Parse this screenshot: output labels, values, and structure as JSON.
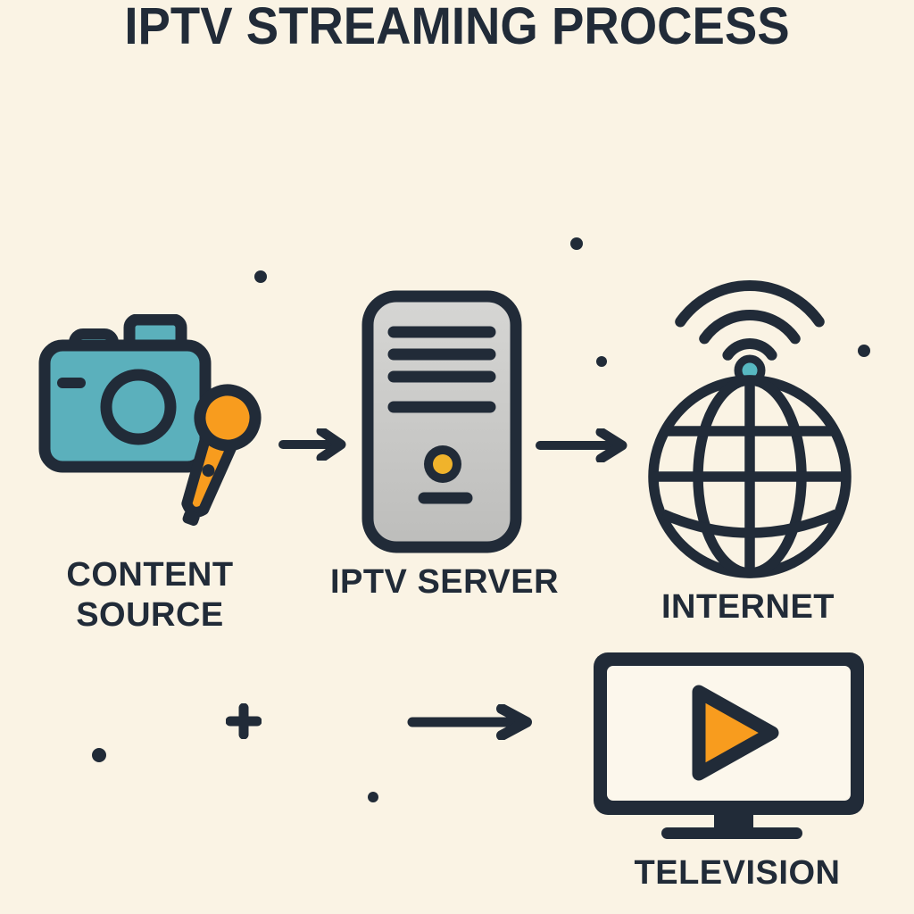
{
  "title": "IPTV STREAMING PROCESS",
  "colors": {
    "background": "#faf3e4",
    "ink": "#212b38",
    "teal": "#5bb0bc",
    "orange": "#f89c1e",
    "yellow": "#f0b32b",
    "antenna_teal": "#57b8c1",
    "server_gray_light": "#d6d6d4",
    "server_gray_dark": "#bdbdbb",
    "screen": "#fcf7ec"
  },
  "nodes": [
    {
      "id": "content-source",
      "icon": "camera-microphone-icon",
      "label_line1": "CONTENT",
      "label_line2": "SOURCE"
    },
    {
      "id": "iptv-server",
      "icon": "server-tower-icon",
      "label": "IPTV SERVER"
    },
    {
      "id": "internet",
      "icon": "globe-wifi-icon",
      "label": "INTERNET"
    },
    {
      "id": "television",
      "icon": "tv-play-icon",
      "label": "TELEVISION"
    }
  ]
}
